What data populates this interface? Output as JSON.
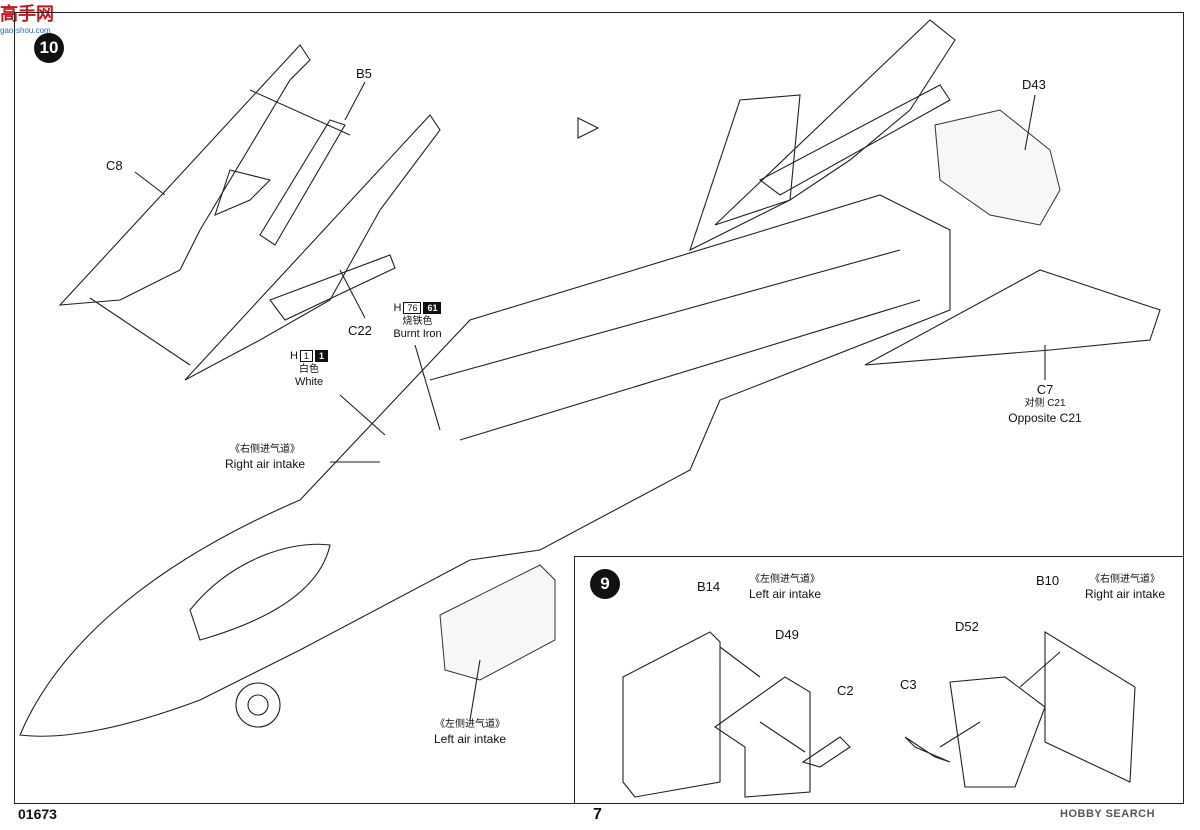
{
  "page": {
    "product_code": "01673",
    "page_number": "7",
    "watermark": "HOBBY SEARCH"
  },
  "site_logo": {
    "title": "高手网",
    "subtitle": "gao-shou.com"
  },
  "steps": [
    {
      "id": "10"
    },
    {
      "id": "9"
    }
  ],
  "parts": {
    "b5": "B5",
    "c8": "C8",
    "c22": "C22",
    "d43": "D43",
    "c7": "C7",
    "b14": "B14",
    "d49": "D49",
    "c2": "C2",
    "b10": "B10",
    "d52": "D52",
    "c3": "C3"
  },
  "paints": {
    "burnt_iron": {
      "code": "H",
      "num1": "76",
      "num2": "61",
      "cn": "烧铁色",
      "en": "Burnt Iron"
    },
    "white": {
      "code": "H",
      "num1": "1",
      "num2": "1",
      "cn": "白色",
      "en": "White"
    }
  },
  "labels": {
    "opposite_cn": "对侧 C21",
    "opposite_en": "Opposite C21",
    "right_intake_cn": "《右侧进气道》",
    "right_intake_en": "Right air intake",
    "left_intake_cn": "《左侧进气道》",
    "left_intake_en": "Left air intake",
    "inset_left_cn": "《左侧进气道》",
    "inset_left_en": "Left air intake",
    "inset_right_cn": "《右侧进气道》",
    "inset_right_en": "Right air intake"
  }
}
